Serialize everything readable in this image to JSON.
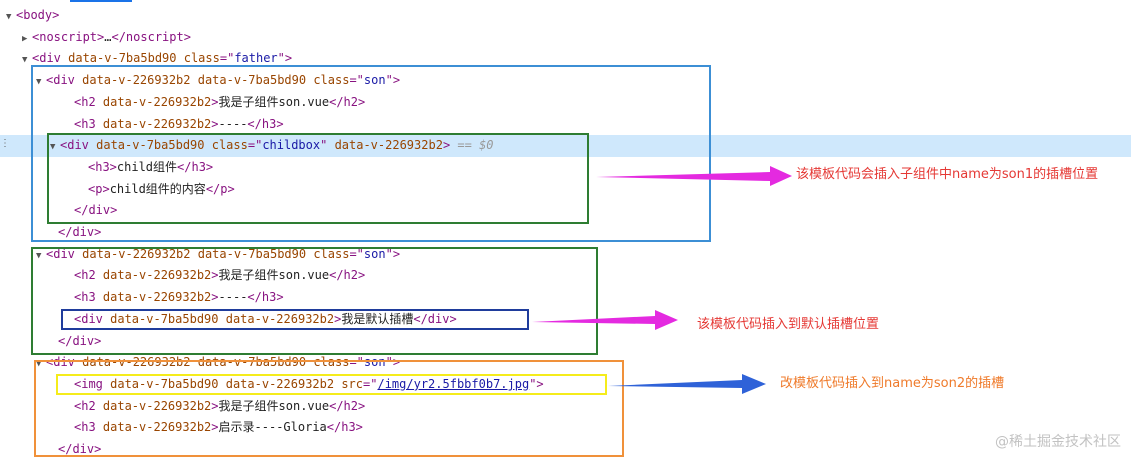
{
  "lines": [
    {
      "tri": "▼",
      "parts": [
        {
          "c": "tag",
          "t": "<body>"
        }
      ]
    },
    {
      "tri": "▶",
      "parts": [
        {
          "c": "tag",
          "t": "<noscript>"
        },
        {
          "c": "txt",
          "t": "…"
        },
        {
          "c": "tag",
          "t": "</noscript>"
        }
      ]
    },
    {
      "tri": "▼",
      "parts": [
        {
          "c": "tag",
          "t": "<div "
        },
        {
          "c": "an",
          "t": "data-v-7ba5bd90"
        },
        {
          "c": "tag",
          "t": " "
        },
        {
          "c": "an",
          "t": "class"
        },
        {
          "c": "tag",
          "t": "=\""
        },
        {
          "c": "av",
          "t": "father"
        },
        {
          "c": "tag",
          "t": "\">"
        }
      ]
    },
    {
      "tri": "▼",
      "parts": [
        {
          "c": "tag",
          "t": "<div "
        },
        {
          "c": "an",
          "t": "data-v-226932b2 data-v-7ba5bd90"
        },
        {
          "c": "tag",
          "t": " "
        },
        {
          "c": "an",
          "t": "class"
        },
        {
          "c": "tag",
          "t": "=\""
        },
        {
          "c": "av",
          "t": "son"
        },
        {
          "c": "tag",
          "t": "\">"
        }
      ]
    },
    {
      "tri": "",
      "parts": [
        {
          "c": "tag",
          "t": "<h2 "
        },
        {
          "c": "an",
          "t": "data-v-226932b2"
        },
        {
          "c": "tag",
          "t": ">"
        },
        {
          "c": "txt",
          "t": "我是子组件son.vue"
        },
        {
          "c": "tag",
          "t": "</h2>"
        }
      ]
    },
    {
      "tri": "",
      "parts": [
        {
          "c": "tag",
          "t": "<h3 "
        },
        {
          "c": "an",
          "t": "data-v-226932b2"
        },
        {
          "c": "tag",
          "t": ">"
        },
        {
          "c": "txt",
          "t": "----"
        },
        {
          "c": "tag",
          "t": "</h3>"
        }
      ]
    },
    {
      "tri": "▼",
      "hl": true,
      "parts": [
        {
          "c": "tag",
          "t": "<div "
        },
        {
          "c": "an",
          "t": "data-v-7ba5bd90"
        },
        {
          "c": "tag",
          "t": " "
        },
        {
          "c": "an",
          "t": "class"
        },
        {
          "c": "tag",
          "t": "=\""
        },
        {
          "c": "av",
          "t": "childbox"
        },
        {
          "c": "tag",
          "t": "\" "
        },
        {
          "c": "an",
          "t": "data-v-226932b2"
        },
        {
          "c": "tag",
          "t": ">"
        },
        {
          "c": "dollar",
          "t": " == $0"
        }
      ]
    },
    {
      "tri": "",
      "parts": [
        {
          "c": "tag",
          "t": "<h3>"
        },
        {
          "c": "txt",
          "t": "child组件"
        },
        {
          "c": "tag",
          "t": "</h3>"
        }
      ]
    },
    {
      "tri": "",
      "parts": [
        {
          "c": "tag",
          "t": "<p>"
        },
        {
          "c": "txt",
          "t": "child组件的内容"
        },
        {
          "c": "tag",
          "t": "</p>"
        }
      ]
    },
    {
      "tri": "",
      "parts": [
        {
          "c": "tag",
          "t": "</div>"
        }
      ]
    },
    {
      "tri": "",
      "parts": [
        {
          "c": "tag",
          "t": "</div>"
        }
      ]
    },
    {
      "tri": "▼",
      "parts": [
        {
          "c": "tag",
          "t": "<div "
        },
        {
          "c": "an",
          "t": "data-v-226932b2 data-v-7ba5bd90"
        },
        {
          "c": "tag",
          "t": " "
        },
        {
          "c": "an",
          "t": "class"
        },
        {
          "c": "tag",
          "t": "=\""
        },
        {
          "c": "av",
          "t": "son"
        },
        {
          "c": "tag",
          "t": "\">"
        }
      ]
    },
    {
      "tri": "",
      "parts": [
        {
          "c": "tag",
          "t": "<h2 "
        },
        {
          "c": "an",
          "t": "data-v-226932b2"
        },
        {
          "c": "tag",
          "t": ">"
        },
        {
          "c": "txt",
          "t": "我是子组件son.vue"
        },
        {
          "c": "tag",
          "t": "</h2>"
        }
      ]
    },
    {
      "tri": "",
      "parts": [
        {
          "c": "tag",
          "t": "<h3 "
        },
        {
          "c": "an",
          "t": "data-v-226932b2"
        },
        {
          "c": "tag",
          "t": ">"
        },
        {
          "c": "txt",
          "t": "----"
        },
        {
          "c": "tag",
          "t": "</h3>"
        }
      ]
    },
    {
      "tri": "",
      "parts": [
        {
          "c": "tag",
          "t": "<div "
        },
        {
          "c": "an",
          "t": "data-v-7ba5bd90 data-v-226932b2"
        },
        {
          "c": "tag",
          "t": ">"
        },
        {
          "c": "txt",
          "t": "我是默认插槽"
        },
        {
          "c": "tag",
          "t": "</div>"
        }
      ]
    },
    {
      "tri": "",
      "parts": [
        {
          "c": "tag",
          "t": "</div>"
        }
      ]
    },
    {
      "tri": "▼",
      "parts": [
        {
          "c": "tag",
          "t": "<div "
        },
        {
          "c": "an",
          "t": "data-v-226932b2 data-v-7ba5bd90"
        },
        {
          "c": "tag",
          "t": " "
        },
        {
          "c": "an",
          "t": "class"
        },
        {
          "c": "tag",
          "t": "=\""
        },
        {
          "c": "av",
          "t": "son"
        },
        {
          "c": "tag",
          "t": "\">"
        }
      ]
    },
    {
      "tri": "",
      "parts": [
        {
          "c": "tag",
          "t": "<img "
        },
        {
          "c": "an",
          "t": "data-v-7ba5bd90 data-v-226932b2"
        },
        {
          "c": "tag",
          "t": " "
        },
        {
          "c": "an",
          "t": "src"
        },
        {
          "c": "tag",
          "t": "=\""
        },
        {
          "c": "link",
          "t": "/img/yr2.5fbbf0b7.jpg"
        },
        {
          "c": "tag",
          "t": "\">"
        }
      ]
    },
    {
      "tri": "",
      "parts": [
        {
          "c": "tag",
          "t": "<h2 "
        },
        {
          "c": "an",
          "t": "data-v-226932b2"
        },
        {
          "c": "tag",
          "t": ">"
        },
        {
          "c": "txt",
          "t": "我是子组件son.vue"
        },
        {
          "c": "tag",
          "t": "</h2>"
        }
      ]
    },
    {
      "tri": "",
      "parts": [
        {
          "c": "tag",
          "t": "<h3 "
        },
        {
          "c": "an",
          "t": "data-v-226932b2"
        },
        {
          "c": "tag",
          "t": ">"
        },
        {
          "c": "txt",
          "t": "启示录----Gloria"
        },
        {
          "c": "tag",
          "t": "</h3>"
        }
      ]
    },
    {
      "tri": "",
      "parts": [
        {
          "c": "tag",
          "t": "</div>"
        }
      ]
    }
  ],
  "annotations": {
    "son1": "该模板代码会插入子组件中name为son1的插槽位置",
    "default_slot": "该模板代码插入到默认插槽位置",
    "son2": "改模板代码插入到name为son2的插槽"
  },
  "colors": {
    "box_blue": "#3c8fd5",
    "box_green": "#2e7d32",
    "box_navy": "#1f3c9c",
    "box_orange": "#f0913a",
    "box_yellow": "#f5ec1b",
    "arrow_magenta": "#e42ae0",
    "arrow_blue": "#2f62d8",
    "text_red": "#e53935",
    "text_orange": "#ef7a2a"
  },
  "watermark": "@稀土掘金技术社区"
}
